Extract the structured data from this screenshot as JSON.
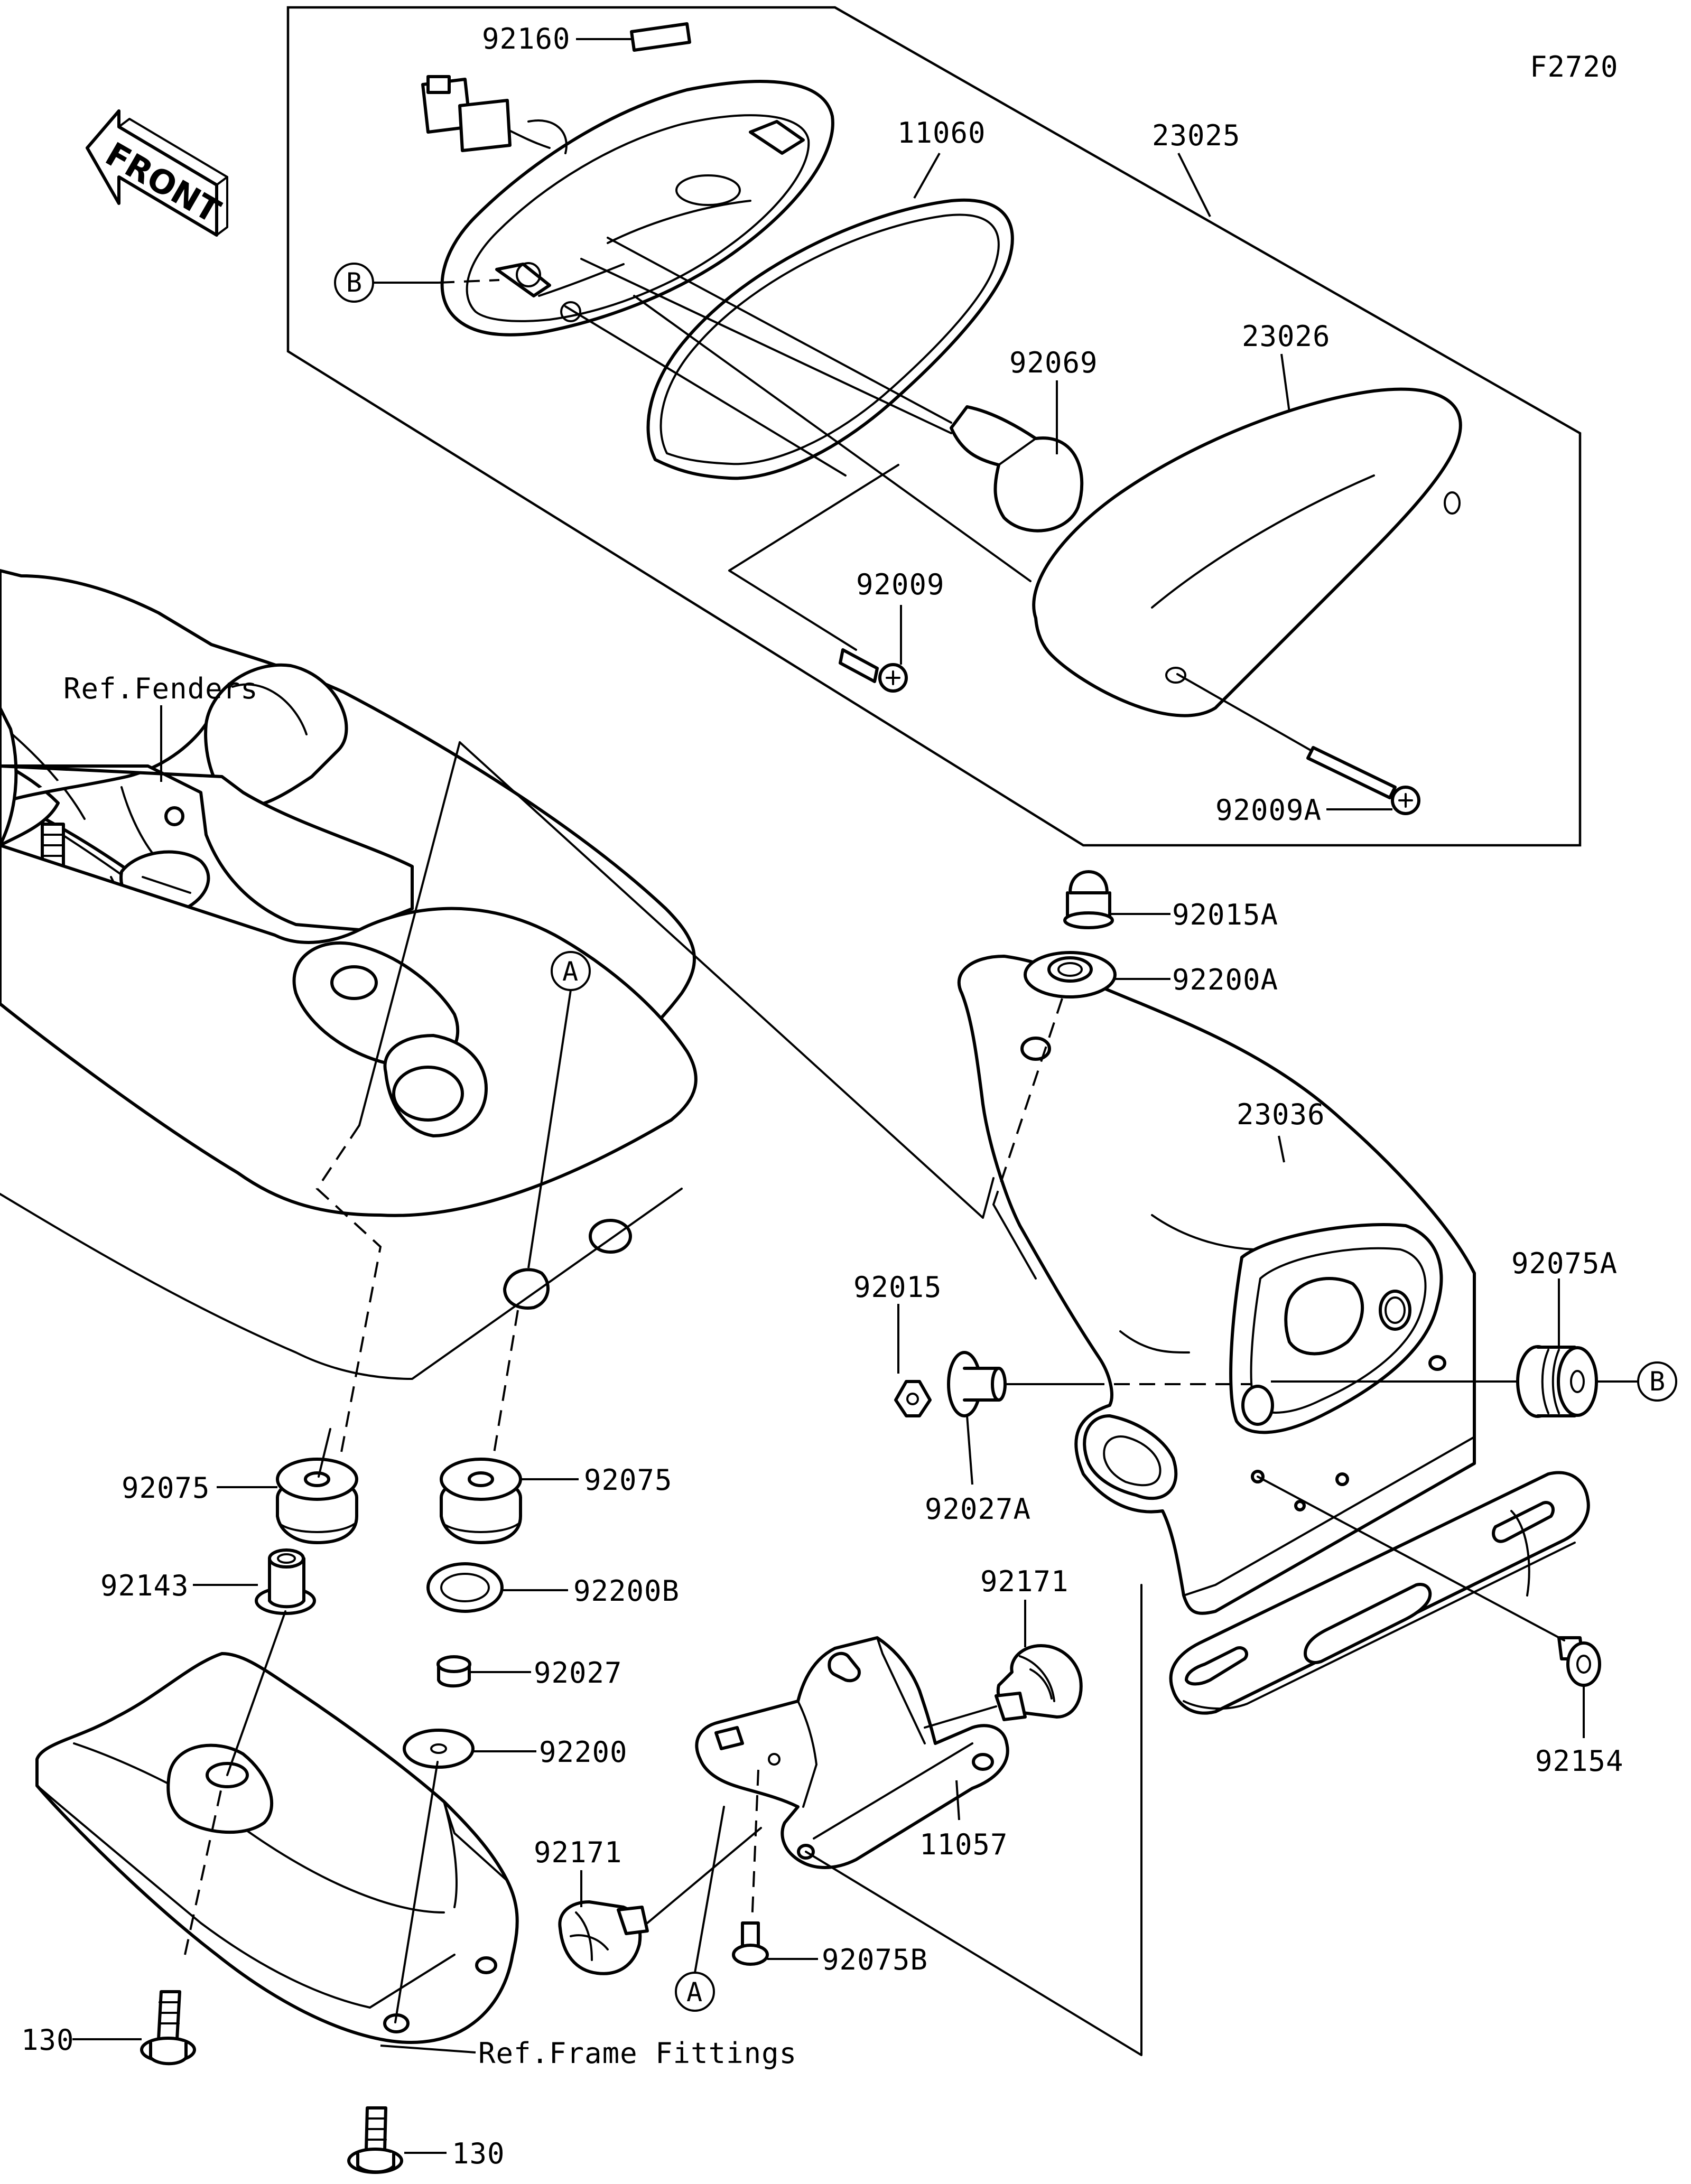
{
  "figure_code": "F2720",
  "front_label": "FRONT",
  "refs": {
    "fenders": "Ref.Fenders",
    "frame_fittings": "Ref.Frame Fittings"
  },
  "markers": {
    "a": "A",
    "b": "B"
  },
  "parts": {
    "p92160": "92160",
    "p11060": "11060",
    "p23025": "23025",
    "p23026": "23026",
    "p92069": "92069",
    "p92009": "92009",
    "p92009A": "92009A",
    "p92015A": "92015A",
    "p92200A": "92200A",
    "p23036": "23036",
    "p92075A": "92075A",
    "p92015": "92015",
    "p92027A": "92027A",
    "p92075_left": "92075",
    "p92075_right": "92075",
    "p92143": "92143",
    "p92200B": "92200B",
    "p92027": "92027",
    "p92200": "92200",
    "p92171_top": "92171",
    "p92171_left": "92171",
    "p11057": "11057",
    "p92154": "92154",
    "p92075B": "92075B",
    "p130_a": "130",
    "p130_b": "130"
  }
}
